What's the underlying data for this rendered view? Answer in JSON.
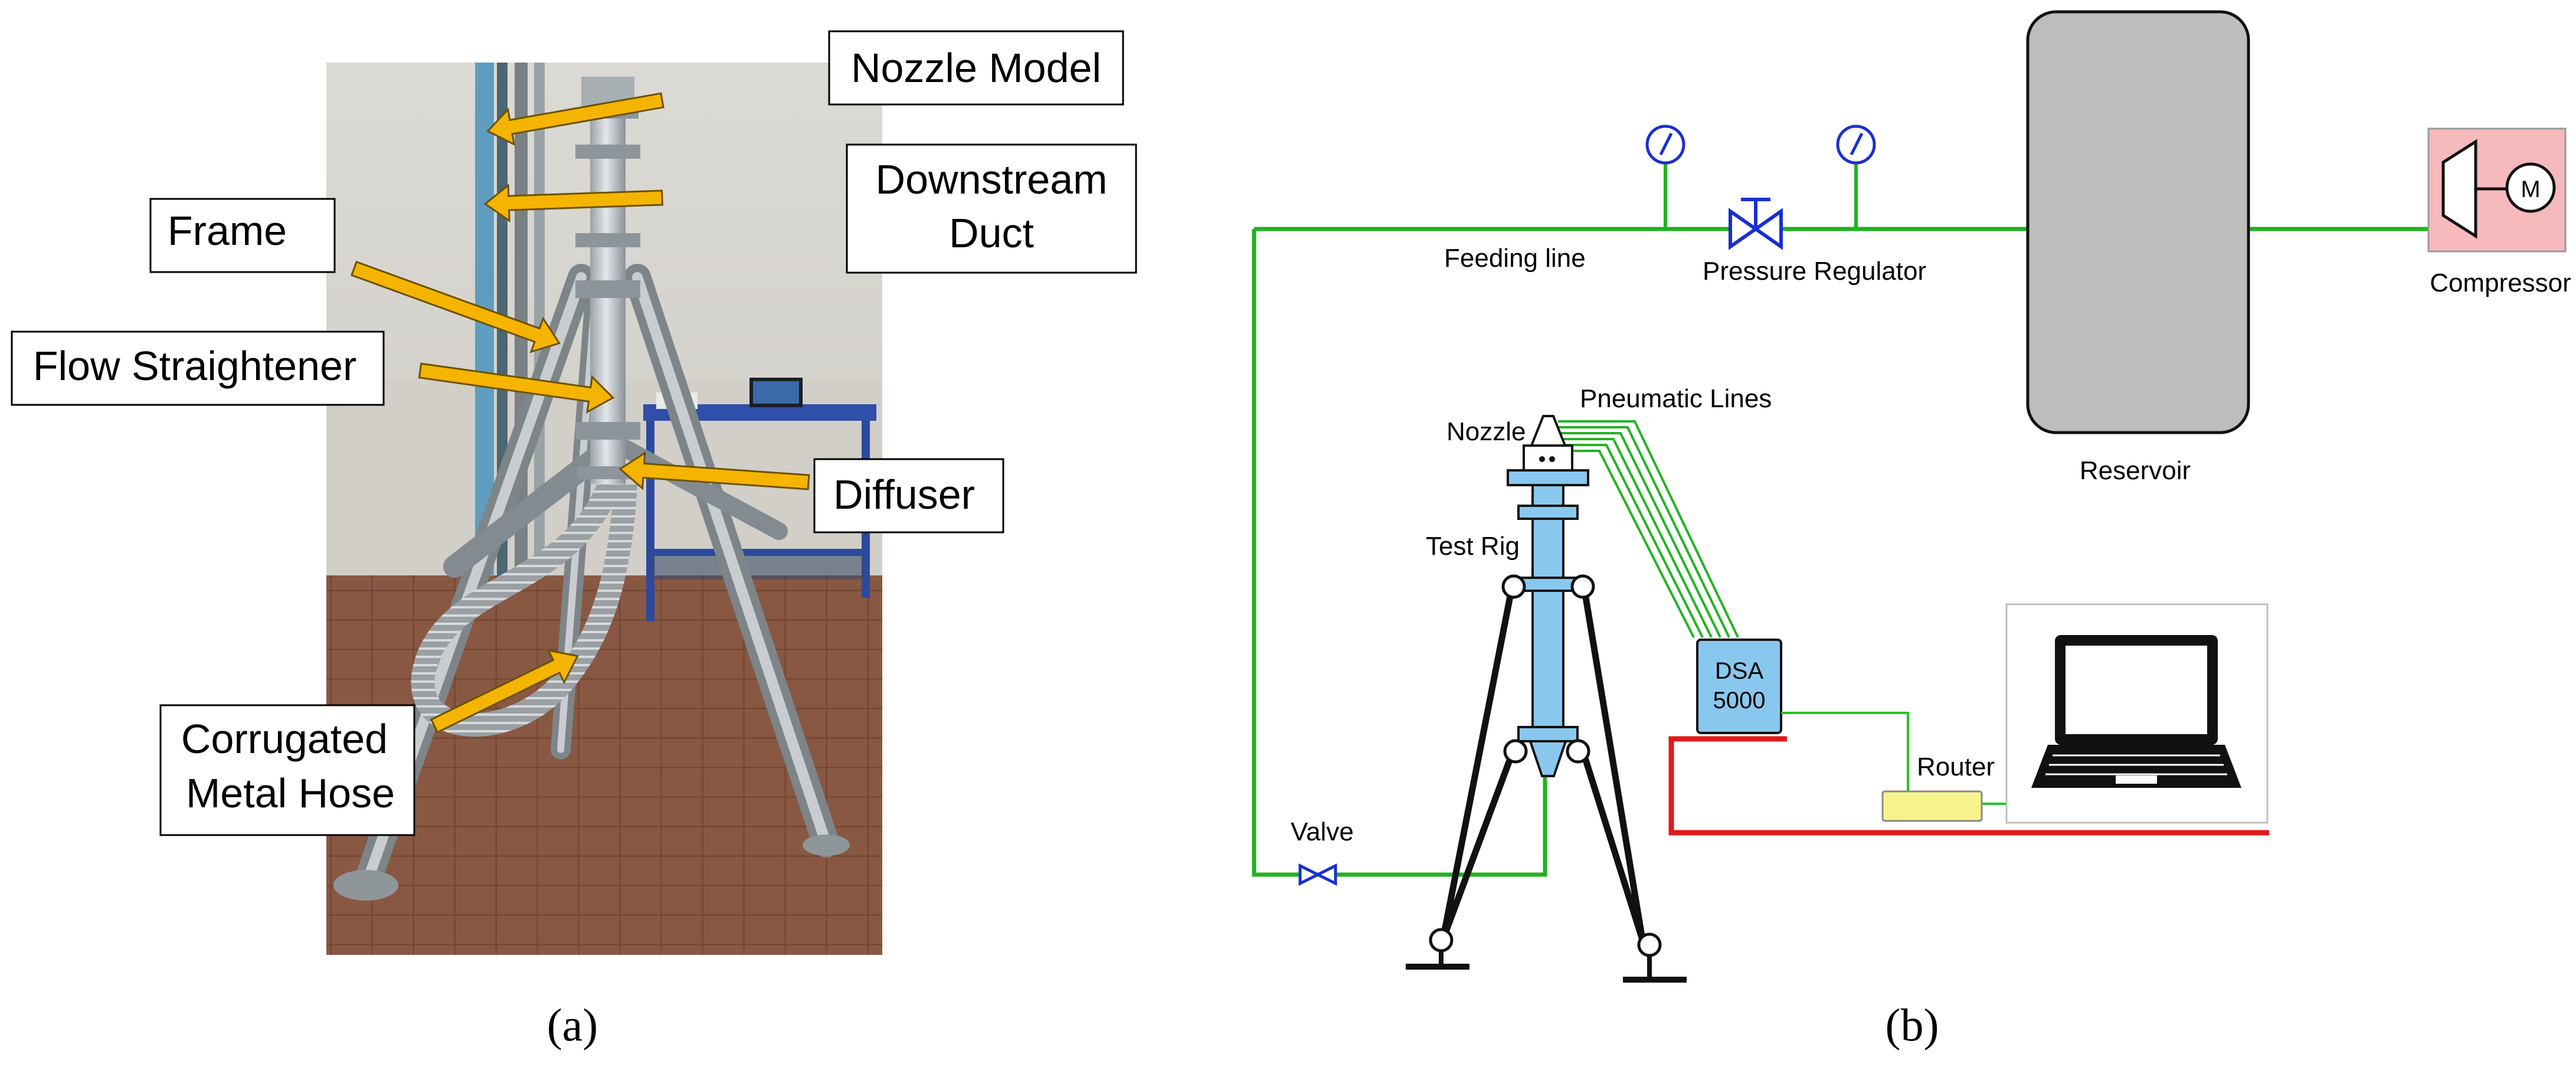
{
  "panel_a": {
    "label": "(a)",
    "callouts": {
      "nozzle_model": "Nozzle Model",
      "downstream_duct_line1": "Downstream",
      "downstream_duct_line2": "Duct",
      "frame": "Frame",
      "flow_straightener": "Flow Straightener",
      "diffuser": "Diffuser",
      "hose_line1": "Corrugated",
      "hose_line2": "Metal Hose"
    }
  },
  "panel_b": {
    "label": "(b)",
    "labels": {
      "feeding_line": "Feeding line",
      "pressure_regulator": "Pressure Regulator",
      "reservoir": "Reservoir",
      "compressor": "Compressor",
      "motor": "M",
      "pneumatic_lines": "Pneumatic Lines",
      "nozzle": "Nozzle",
      "test_rig": "Test Rig",
      "dsa_line1": "DSA",
      "dsa_line2": "5000",
      "router": "Router",
      "valve": "Valve"
    }
  },
  "colors": {
    "feed_line": "#1fb31f",
    "signal_line": "#22c522",
    "ethernet": "#e01b1b",
    "rig_blue": "#89c8ee",
    "reservoir_grey": "#bdbdbd",
    "compressor_pink": "#f6b9bc",
    "router_yellow": "#f7f38c",
    "valve_blue": "#1a2fd0",
    "arrow_orange": "#f5b400"
  },
  "icons": [
    "pressure-gauge-icon",
    "valve-icon",
    "laptop-icon",
    "motor-icon",
    "arrow-icon"
  ]
}
